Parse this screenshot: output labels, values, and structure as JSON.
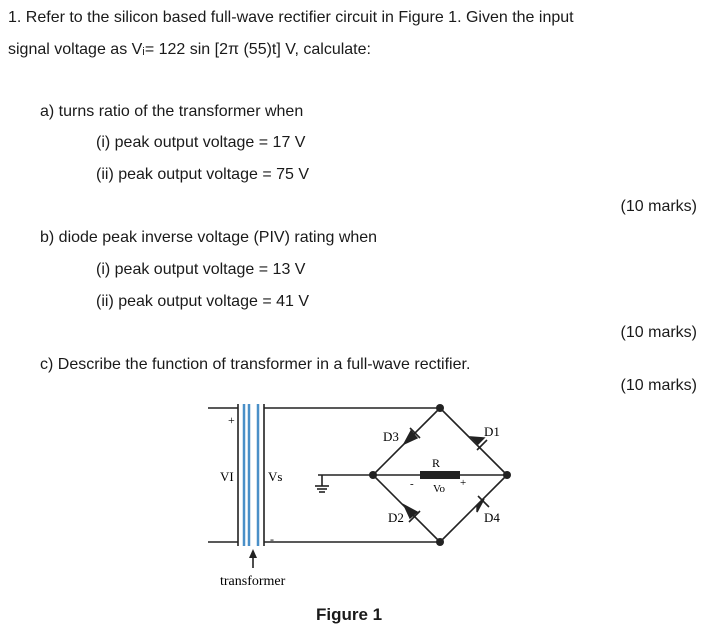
{
  "question": {
    "intro_line1": "1. Refer to the silicon based full-wave rectifier circuit in Figure 1. Given the input",
    "intro_line2": "signal voltage as Vᵢ= 122 sin [2π (55)t] V, calculate:"
  },
  "part_a": {
    "title": "a) turns ratio of the transformer when",
    "item1": "(i)  peak output voltage = 17 V",
    "item2": "(ii) peak output voltage = 75 V",
    "marks": "(10 marks)"
  },
  "part_b": {
    "title": "b) diode peak inverse voltage (PIV) rating when",
    "item1": "(i) peak output voltage = 13 V",
    "item2": "(ii) peak output voltage = 41 V",
    "marks": "(10 marks)"
  },
  "part_c": {
    "title": "c) Describe the function of transformer in a full-wave rectifier.",
    "marks": "(10 marks)"
  },
  "figure": {
    "caption": "Figure 1",
    "plus_primary": "+",
    "vi_label": "VI",
    "vs_label": "Vs",
    "minus_secondary": "-",
    "transformer_label": "transformer",
    "d1": "D1",
    "d2": "D2",
    "d3": "D3",
    "d4": "D4",
    "r_label": "R",
    "vo_label": "Vo",
    "minus_out": "-",
    "plus_out": "+"
  }
}
